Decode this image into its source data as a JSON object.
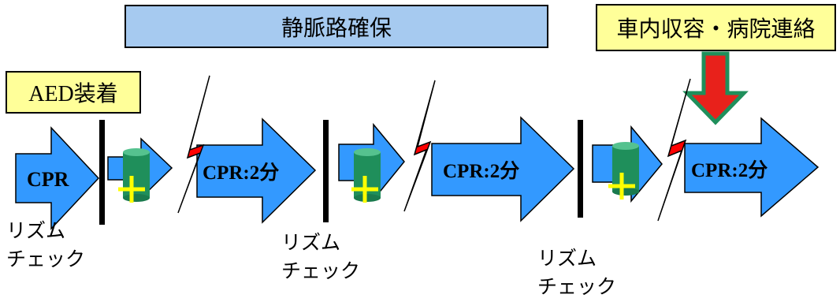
{
  "top_labels": {
    "iv_access": "静脈路確保",
    "aed_attach": "AED装着",
    "transport": "車内収容・病院連絡"
  },
  "cpr_arrows": [
    {
      "label": "CPR"
    },
    {
      "label": "CPR:2分"
    },
    {
      "label": "CPR:2分"
    },
    {
      "label": "CPR:2分"
    }
  ],
  "rhythm_checks": [
    {
      "line1": "リズム",
      "line2": "チェック"
    },
    {
      "line1": "リズム",
      "line2": "チェック"
    },
    {
      "line1": "リズム",
      "line2": "チェック"
    }
  ],
  "colors": {
    "arrow_fill": "#3399ff",
    "iv_box_fill": "#a6caf0",
    "note_box_fill": "#ffff99",
    "shock_fill": "#ff0000",
    "down_arrow_fill": "#e8211b",
    "down_arrow_border": "#1f8f5b",
    "drug_fill": "#1f8f5b",
    "plus_color": "#ffff00"
  },
  "icons": [
    "shock-lightning-icon",
    "drug-cylinder-icon",
    "plus-icon",
    "down-arrow-icon"
  ]
}
